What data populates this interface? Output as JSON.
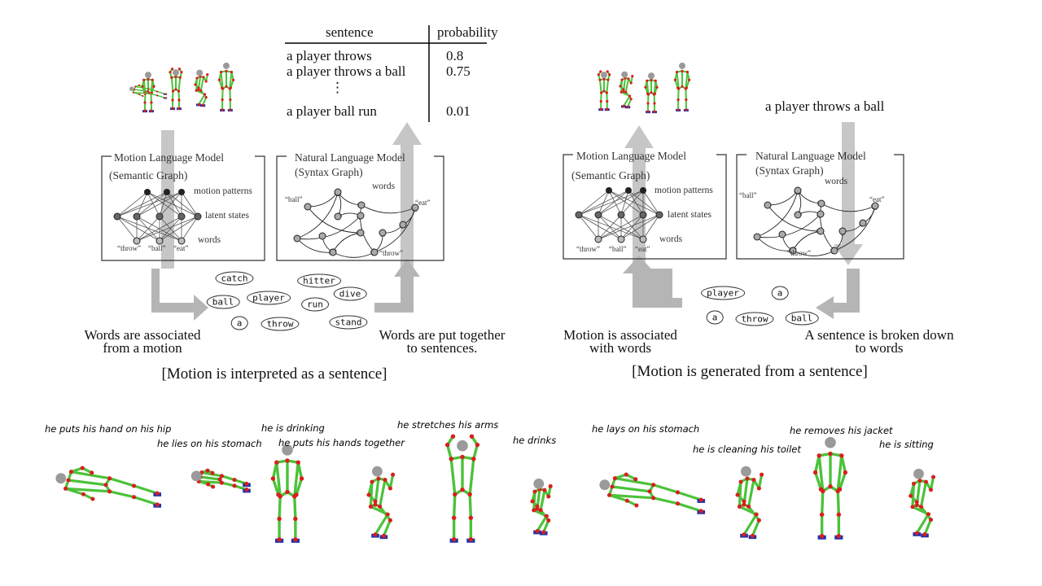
{
  "table": {
    "headers": [
      "sentence",
      "probability"
    ],
    "rows": [
      {
        "sentence": "a player throws",
        "probability": "0.8"
      },
      {
        "sentence": "a player throws a ball",
        "probability": "0.75"
      },
      {
        "sentence": "⋮",
        "probability": ""
      },
      {
        "sentence": "a player ball run",
        "probability": "0.01"
      }
    ]
  },
  "left_panel": {
    "motion_model": {
      "title": "Motion Language Model",
      "subtitle": "(Semantic Graph)",
      "layers": [
        "motion patterns",
        "latent states",
        "words"
      ],
      "words": [
        "“throw”",
        "“ball”",
        "“eat”"
      ]
    },
    "language_model": {
      "title": "Natural Language Model",
      "subtitle": "(Syntax Graph)",
      "words_label": "words",
      "nodes": [
        "“ball”",
        "“eat”",
        "“throw”"
      ]
    },
    "word_bubbles": [
      "catch",
      "ball",
      "player",
      "a",
      "throw",
      "hitter",
      "run",
      "dive",
      "stand"
    ],
    "caption_left": [
      "Words are associated",
      "from a motion"
    ],
    "caption_right": [
      "Words are put together",
      "to sentences."
    ],
    "title": "[Motion is interpreted as a sentence]"
  },
  "right_panel": {
    "sentence": "a player throws a ball",
    "motion_model": {
      "title": "Motion Language Model",
      "subtitle": "(Semantic Graph)",
      "layers": [
        "motion patterns",
        "latent states",
        "words"
      ],
      "words": [
        "“throw”",
        "“ball”",
        "“eat”"
      ]
    },
    "language_model": {
      "title": "Natural Language Model",
      "subtitle": "(Syntax Graph)",
      "words_label": "words",
      "nodes": [
        "“ball”",
        "“eat”",
        "“throw”"
      ]
    },
    "word_bubbles": [
      "player",
      "a",
      "a",
      "throw",
      "ball"
    ],
    "caption_left": [
      "Motion is associated",
      "with words"
    ],
    "caption_right": [
      "A sentence is broken down",
      "to words"
    ],
    "title": "[Motion is generated from a sentence]"
  },
  "bottom_captions": [
    "he puts his hand on his hip",
    "he lies on his stomach",
    "he is drinking",
    "he puts his hands together",
    "he stretches his arms",
    "he drinks",
    "he lays on his stomach",
    "he is cleaning his toilet",
    "he removes his jacket",
    "he is sitting"
  ],
  "colors": {
    "limb": "#4cc23a",
    "joint": "#d81f1f",
    "head": "#9a9a9a",
    "foot": "#2233aa",
    "arrow": "#b8b8b8"
  }
}
